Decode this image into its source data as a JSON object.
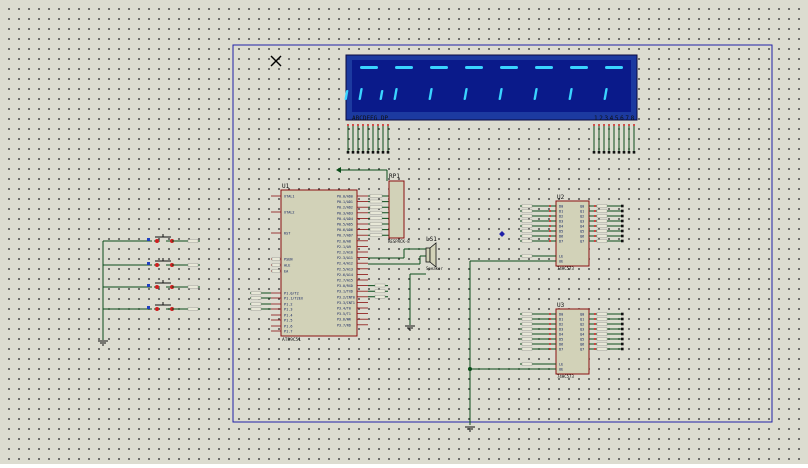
{
  "title": "",
  "colors": {
    "sheet": "#dcdcd0",
    "frame": "#2020a8",
    "wire": "#0b4d1a",
    "chip_body": "#d2d2b8",
    "chip_border": "#8a1010",
    "lcd_bezel": "#1c3aa0",
    "lcd_glass": "#0a1a8a",
    "lcd_segment": "#3ad4ff",
    "button_red": "#cc2020",
    "pin_text": "#102060"
  },
  "lcd": {
    "left_label": "ABCDEFG DP",
    "right_label": "1 2 3 4 5 6 7 8",
    "digits": 8
  },
  "components": {
    "u1": {
      "ref": "U1",
      "part": "AT89C51"
    },
    "rp1": {
      "ref": "RP1",
      "part": "RESPACK-8"
    },
    "ls1": {
      "ref": "LS1",
      "part": "Speaker"
    },
    "u2": {
      "ref": "U2",
      "part": "74HC573"
    },
    "u3": {
      "ref": "U3",
      "part": "74HC573"
    }
  },
  "u1_pins": {
    "left": [
      "XTAL1",
      "XTAL2",
      "RST",
      "PSEN",
      "ALE",
      "EA",
      "P1.0/T2",
      "P1.1/T2EX",
      "P1.2",
      "P1.3",
      "P1.4",
      "P1.5",
      "P1.6",
      "P1.7"
    ],
    "right": [
      "P0.0/AD0",
      "P0.1/AD1",
      "P0.2/AD2",
      "P0.3/AD3",
      "P0.4/AD4",
      "P0.5/AD5",
      "P0.6/AD6",
      "P0.7/AD7",
      "P2.0/A8",
      "P2.1/A9",
      "P2.2/A10",
      "P2.3/A11",
      "P2.4/A12",
      "P2.5/A13",
      "P2.6/A14",
      "P2.7/A15",
      "P3.0/RXD",
      "P3.1/TXD",
      "P3.2/INT0",
      "P3.3/INT1",
      "P3.4/T0",
      "P3.5/T1",
      "P3.6/WR",
      "P3.7/RD"
    ]
  },
  "latch_pins": {
    "inputs": [
      "D0",
      "D1",
      "D2",
      "D3",
      "D4",
      "D5",
      "D6",
      "D7"
    ],
    "outputs": [
      "Q0",
      "Q1",
      "Q2",
      "Q3",
      "Q4",
      "Q5",
      "Q6",
      "Q7"
    ],
    "controls": [
      "LE",
      "OE"
    ]
  }
}
